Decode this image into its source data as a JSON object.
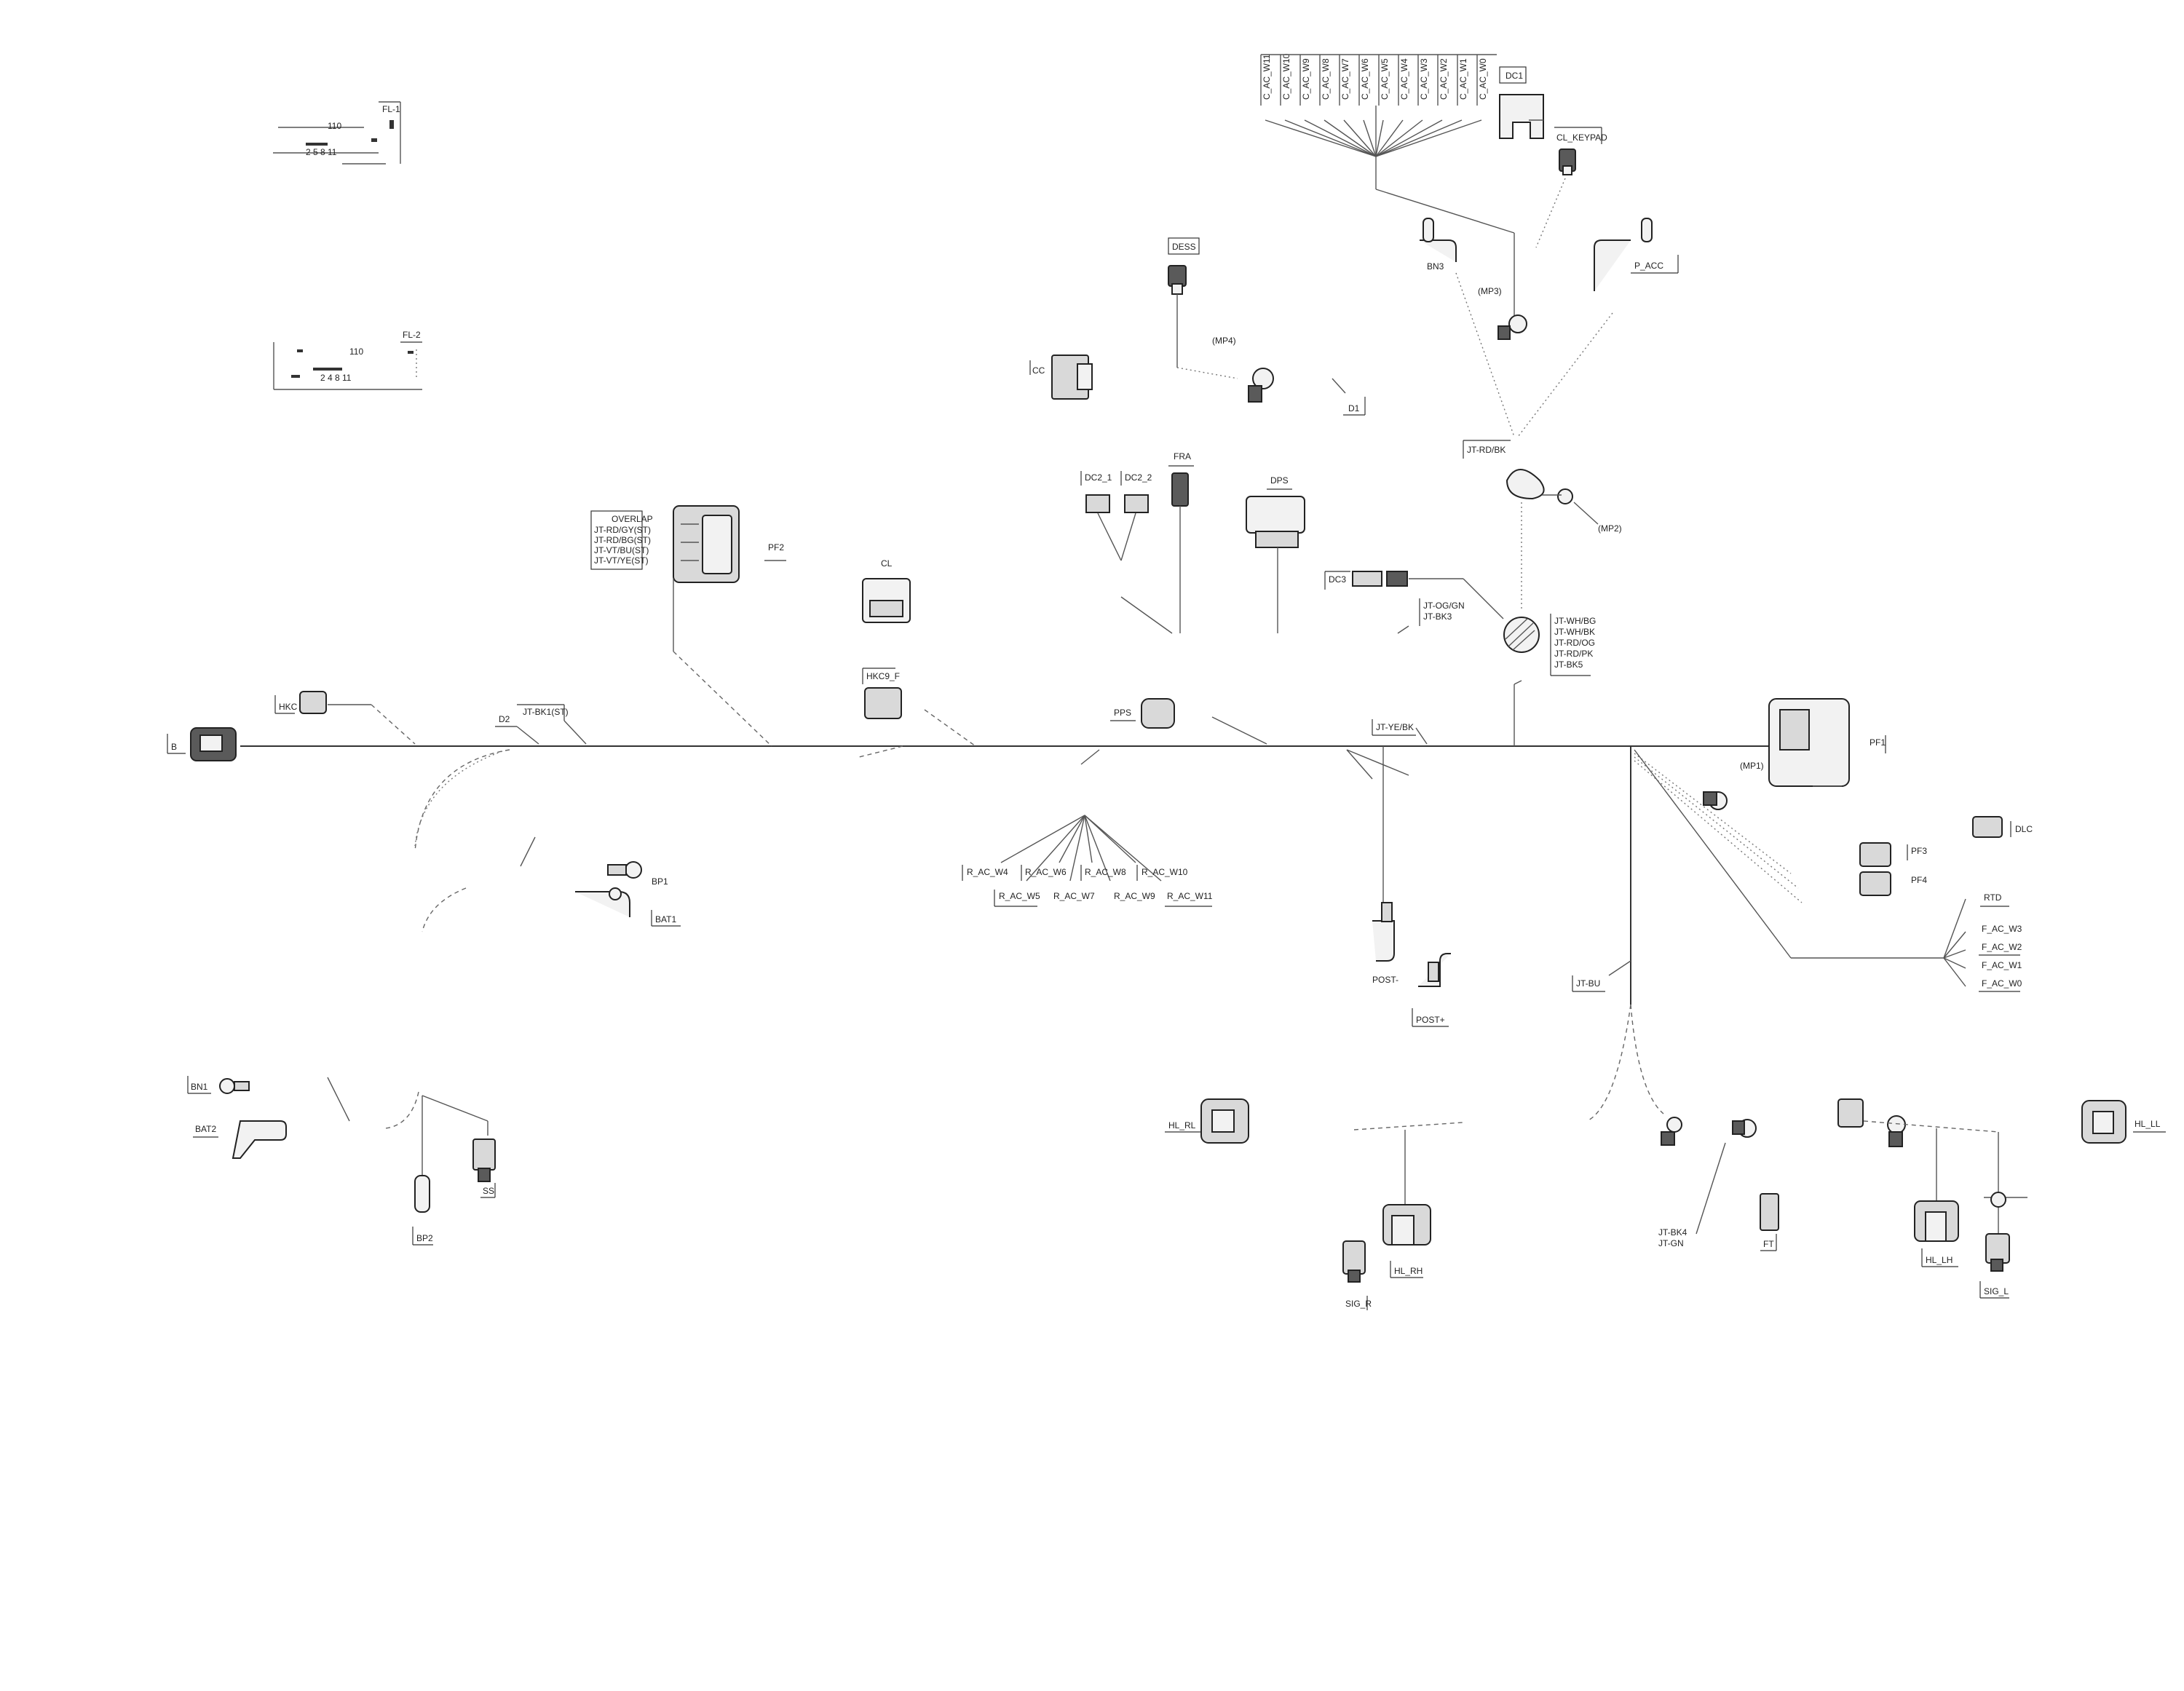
{
  "diagram": {
    "connectors": [
      "FL-1",
      "FL-2",
      "DC1",
      "CL_KEYPAD",
      "DESS",
      "BN3",
      "(MP3)",
      "P_ACC",
      "(MP4)",
      "CC",
      "D1",
      "JT-RD/BK",
      "(MP2)",
      "FRA",
      "DC2_1",
      "DC2_2",
      "DPS",
      "DC3",
      "PF2",
      "CL",
      "HKC9_F",
      "HKC",
      "B",
      "D2",
      "JT-BK1(ST)",
      "PPS",
      "JT-YE/BK",
      "PF1",
      "(MP1)",
      "DLC",
      "PF3",
      "PF4",
      "RTD",
      "F_AC_W3",
      "F_AC_W2",
      "F_AC_W1",
      "F_AC_W0",
      "BP1",
      "BAT1",
      "R_AC_W4",
      "R_AC_W6",
      "R_AC_W8",
      "R_AC_W10",
      "R_AC_W5",
      "R_AC_W7",
      "R_AC_W9",
      "R_AC_W11",
      "POST-",
      "POST+",
      "JT-BU",
      "BN1",
      "BAT2",
      "SS",
      "BP2",
      "HL_RL",
      "HL_RH",
      "SIG_R",
      "JT-BK4",
      "JT-GN",
      "FT",
      "HL_LH",
      "SIG_L",
      "HL_LL"
    ],
    "top_column_labels": [
      "C_AC_W11",
      "C_AC_W10",
      "C_AC_W9",
      "C_AC_W8",
      "C_AC_W7",
      "C_AC_W6",
      "C_AC_W5",
      "C_AC_W4",
      "C_AC_W3",
      "C_AC_W2",
      "C_AC_W1",
      "C_AC_W0"
    ],
    "overlap_block": {
      "title": "OVERLAP",
      "lines": [
        "JT-RD/GY(ST)",
        "JT-RD/BG(ST)",
        "JT-VT/BU(ST)",
        "JT-VT/YE(ST)"
      ]
    },
    "splice_block_1": [
      "JT-OG/GN",
      "JT-BK3"
    ],
    "splice_block_2": [
      "JT-WH/BG",
      "JT-WH/BK",
      "JT-RD/OG",
      "JT-RD/PK",
      "JT-BK5"
    ],
    "fuse_panel_1": {
      "nums_top": "110",
      "nums_bottom": "2 5 8 11"
    },
    "fuse_panel_2": {
      "nums_top": "110",
      "nums_bottom": "2 4 8 11"
    }
  }
}
